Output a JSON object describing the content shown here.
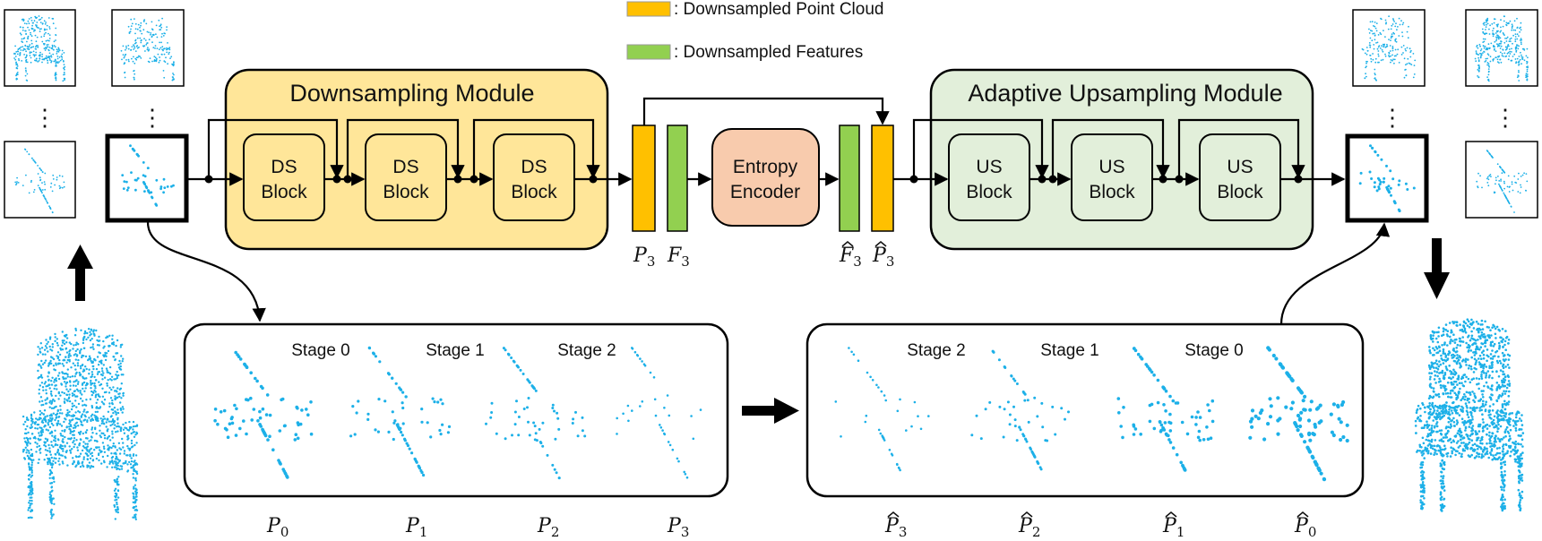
{
  "legend": {
    "point_cloud": ": Downsampled Point Cloud",
    "features": ": Downsampled Features",
    "point_cloud_color": "#FFC000",
    "features_color": "#92D050"
  },
  "modules": {
    "downsampling_title": "Downsampling Module",
    "upsampling_title": "Adaptive Upsampling  Module",
    "downsampling_color": "#FFE699",
    "upsampling_color": "#E2EFDA",
    "encoder_color": "#F8CBAD"
  },
  "ds_blocks": [
    {
      "line1": "DS",
      "line2": "Block"
    },
    {
      "line1": "DS",
      "line2": "Block"
    },
    {
      "line1": "DS",
      "line2": "Block"
    }
  ],
  "us_blocks": [
    {
      "line1": "US",
      "line2": "Block"
    },
    {
      "line1": "US",
      "line2": "Block"
    },
    {
      "line1": "US",
      "line2": "Block"
    }
  ],
  "encoder": {
    "line1": "Entropy",
    "line2": "Encoder"
  },
  "bar_labels": {
    "p3": {
      "base": "P",
      "sub": "3",
      "hat": false
    },
    "f3": {
      "base": "F",
      "sub": "3",
      "hat": false
    },
    "f3_hat": {
      "base": "F",
      "sub": "3",
      "hat": true
    },
    "p3_hat": {
      "base": "P",
      "sub": "3",
      "hat": true
    }
  },
  "left_stages": [
    "Stage 0",
    "Stage 1",
    "Stage 2"
  ],
  "right_stages": [
    "Stage 2",
    "Stage 1",
    "Stage 0"
  ],
  "bottom_left_labels": [
    {
      "base": "P",
      "sub": "0",
      "hat": false
    },
    {
      "base": "P",
      "sub": "1",
      "hat": false
    },
    {
      "base": "P",
      "sub": "2",
      "hat": false
    },
    {
      "base": "P",
      "sub": "3",
      "hat": false
    }
  ],
  "bottom_right_labels": [
    {
      "base": "P",
      "sub": "3",
      "hat": true
    },
    {
      "base": "P",
      "sub": "2",
      "hat": true
    },
    {
      "base": "P",
      "sub": "1",
      "hat": true
    },
    {
      "base": "P",
      "sub": "0",
      "hat": true
    }
  ],
  "ellipsis": "⋮",
  "point_color": "#1CB0E8"
}
